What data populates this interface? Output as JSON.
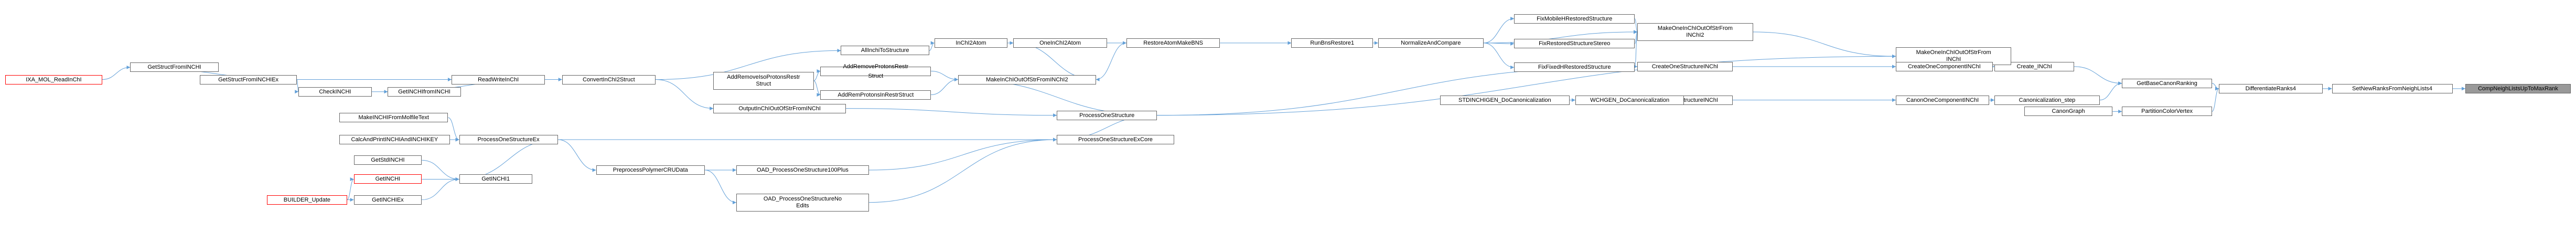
{
  "nodes": [
    {
      "id": "comp",
      "label": "CompNeighListsUpToMaxRank",
      "root": true
    },
    {
      "id": "setnew",
      "label": "SetNewRanksFromNeighLists4"
    },
    {
      "id": "diffranks",
      "label": "DifferentiateRanks4"
    },
    {
      "id": "getbase",
      "label": "GetBaseCanonRanking"
    },
    {
      "id": "partition",
      "label": "PartitionColorVertex"
    },
    {
      "id": "canongraph",
      "label": "CanonGraph"
    },
    {
      "id": "create",
      "label": "Create_INChI"
    },
    {
      "id": "canonstep",
      "label": "Canonicalization_step"
    },
    {
      "id": "makeone2",
      "label": "MakeOneInChIOutOfStrFrom\nINChI"
    },
    {
      "id": "createcomp",
      "label": "CreateOneComponentINChI"
    },
    {
      "id": "canoncomp",
      "label": "CanonOneComponentINChI"
    },
    {
      "id": "makeone1",
      "label": "MakeOneInChIOutOfStrFrom\nINChI2"
    },
    {
      "id": "createstruct",
      "label": "CreateOneStructureINChI"
    },
    {
      "id": "canonstruct",
      "label": "CanonOneStructureINChI"
    },
    {
      "id": "wchgen",
      "label": "WCHGEN_DoCanonicalization"
    },
    {
      "id": "stdinchgen",
      "label": "STDINCHIGEN_DoCanonicalization"
    },
    {
      "id": "fixmobile",
      "label": "FixMobileHRestoredStructure"
    },
    {
      "id": "fixrestored",
      "label": "FixRestoredStructureStereo"
    },
    {
      "id": "fixfixed",
      "label": "FixFixedHRestoredStructure"
    },
    {
      "id": "normalize",
      "label": "NormalizeAndCompare"
    },
    {
      "id": "runbns",
      "label": "RunBnsRestore1"
    },
    {
      "id": "restoreatom",
      "label": "RestoreAtomMakeBNS"
    },
    {
      "id": "oneinchi",
      "label": "OneInChI2Atom"
    },
    {
      "id": "inchi2atom",
      "label": "InChI2Atom"
    },
    {
      "id": "allinchi",
      "label": "AllInchiToStructure"
    },
    {
      "id": "addremove",
      "label": "AddRemoveProtonsRestr\nStruct"
    },
    {
      "id": "addremisobal",
      "label": "AddRemoveIsoProtonsRestr\nStruct"
    },
    {
      "id": "addprotons",
      "label": "AddRemProtonsInRestrStruct"
    },
    {
      "id": "makeinchiout",
      "label": "MakeInChIOutOfStrFromINChI2"
    },
    {
      "id": "processone",
      "label": "ProcessOneStructure"
    },
    {
      "id": "outputinchi",
      "label": "OutputInChIOutOfStrFromINChI"
    },
    {
      "id": "processoneex",
      "label": "ProcessOneStructureExCore"
    },
    {
      "id": "convert",
      "label": "ConvertInChI2Struct"
    },
    {
      "id": "readwrite",
      "label": "ReadWriteInChI"
    },
    {
      "id": "getinchifrom",
      "label": "GetINCHIfromINCHI"
    },
    {
      "id": "checkinchi",
      "label": "CheckINCHI"
    },
    {
      "id": "getstructex",
      "label": "GetStructFromINCHIEx"
    },
    {
      "id": "getstructfrom",
      "label": "GetStructFromINCHI"
    },
    {
      "id": "ixamol",
      "label": "IXA_MOL_ReadInChI",
      "red": true
    },
    {
      "id": "processoneexx",
      "label": "ProcessOneStructureEx"
    },
    {
      "id": "makeinchimolfile",
      "label": "MakeINCHIFromMolfileText"
    },
    {
      "id": "calcandprint",
      "label": "CalcAndPrintINCHIAndINCHIKEY"
    },
    {
      "id": "getstdinchi",
      "label": "GetStdINCHI"
    },
    {
      "id": "getinchi",
      "label": "GetINCHI",
      "red": true
    },
    {
      "id": "getinchiex",
      "label": "GetINCHIEx"
    },
    {
      "id": "getinchi1",
      "label": "GetINCHI1"
    },
    {
      "id": "builder",
      "label": "BUILDER_Update",
      "red": true
    },
    {
      "id": "preprocess",
      "label": "PreprocessPolymerCRUData"
    },
    {
      "id": "oad100",
      "label": "OAD_ProcessOneStructure100Plus"
    },
    {
      "id": "oadnoedits",
      "label": "OAD_ProcessOneStructureNo\nEdits"
    }
  ],
  "edges": [
    [
      "setnew",
      "comp"
    ],
    [
      "diffranks",
      "setnew"
    ],
    [
      "getbase",
      "diffranks"
    ],
    [
      "partition",
      "diffranks"
    ],
    [
      "canongraph",
      "partition"
    ],
    [
      "create",
      "getbase"
    ],
    [
      "canonstep",
      "getbase"
    ],
    [
      "makeone2",
      "create"
    ],
    [
      "createcomp",
      "create"
    ],
    [
      "canoncomp",
      "canonstep"
    ],
    [
      "makeone1",
      "makeone2"
    ],
    [
      "createstruct",
      "createcomp"
    ],
    [
      "canonstruct",
      "canoncomp"
    ],
    [
      "wchgen",
      "canonstruct"
    ],
    [
      "stdinchgen",
      "wchgen"
    ],
    [
      "fixmobile",
      "makeone1"
    ],
    [
      "fixrestored",
      "makeone1"
    ],
    [
      "fixfixed",
      "makeone1"
    ],
    [
      "normalize",
      "makeone1"
    ],
    [
      "normalize",
      "fixmobile"
    ],
    [
      "normalize",
      "fixrestored"
    ],
    [
      "normalize",
      "fixfixed"
    ],
    [
      "runbns",
      "normalize"
    ],
    [
      "restoreatom",
      "runbns"
    ],
    [
      "oneinchi",
      "restoreatom"
    ],
    [
      "inchi2atom",
      "oneinchi"
    ],
    [
      "allinchi",
      "inchi2atom"
    ],
    [
      "convert",
      "allinchi"
    ],
    [
      "addremisobal",
      "addremove"
    ],
    [
      "addremisobal",
      "addprotons"
    ],
    [
      "addremove",
      "makeinchiout"
    ],
    [
      "addprotons",
      "makeinchiout"
    ],
    [
      "oneinchi",
      "makeinchiout"
    ],
    [
      "restoreatom",
      "makeinchiout"
    ],
    [
      "makeinchiout",
      "processone"
    ],
    [
      "processone",
      "createstruct"
    ],
    [
      "processone",
      "makeone2"
    ],
    [
      "outputinchi",
      "processone"
    ],
    [
      "convert",
      "outputinchi"
    ],
    [
      "processoneex",
      "processone"
    ],
    [
      "readwrite",
      "convert"
    ],
    [
      "getinchifrom",
      "readwrite"
    ],
    [
      "checkinchi",
      "getinchifrom"
    ],
    [
      "getstructex",
      "checkinchi"
    ],
    [
      "getstructex",
      "readwrite"
    ],
    [
      "getstructfrom",
      "getstructex"
    ],
    [
      "ixamol",
      "getstructfrom"
    ],
    [
      "processoneexx",
      "processoneex"
    ],
    [
      "processoneexx",
      "preprocess"
    ],
    [
      "preprocess",
      "oad100"
    ],
    [
      "preprocess",
      "oadnoedits"
    ],
    [
      "oad100",
      "processoneex"
    ],
    [
      "oadnoedits",
      "processoneex"
    ],
    [
      "makeinchimolfile",
      "processoneexx"
    ],
    [
      "calcandprint",
      "processoneexx"
    ],
    [
      "getinchi1",
      "processoneexx"
    ],
    [
      "getstdinchi",
      "getinchi1"
    ],
    [
      "getinchi",
      "getinchi1"
    ],
    [
      "getinchiex",
      "getinchi1"
    ],
    [
      "builder",
      "getinchi"
    ],
    [
      "builder",
      "getinchiex"
    ]
  ],
  "colors": {
    "edge": "#63a0d8",
    "border": "#666666",
    "red_border": "#ff0000",
    "root_fill": "#999999"
  }
}
